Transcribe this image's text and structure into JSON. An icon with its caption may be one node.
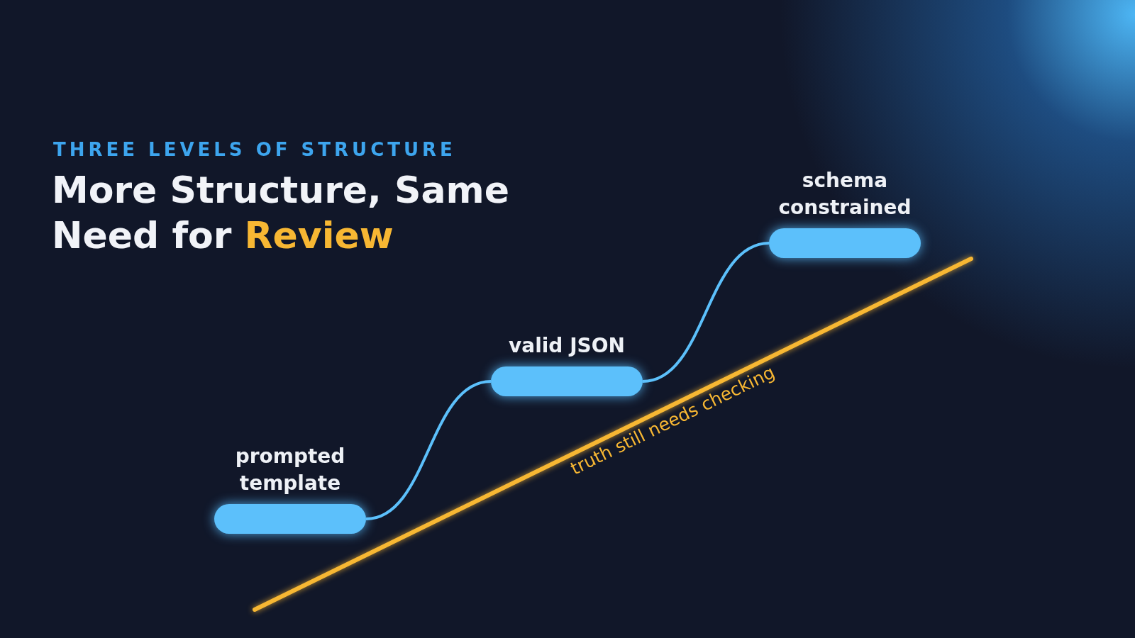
{
  "diagram": {
    "title": "More Structure, Same Need for **Review**",
    "nodes": [
      {
        "text": [
          "prompted template"
        ]
      },
      {
        "text": [
          "valid JSON"
        ]
      },
      {
        "text": [
          "schema constrained"
        ]
      }
    ],
    "edges": [
      {
        "from": 0,
        "to": 1,
        "arrow": "none"
      },
      {
        "from": 1,
        "to": 2,
        "arrow": "none"
      }
    ],
    "labels": [
      "THREE LEVELS OF STRUCTURE",
      "truth still needs checking"
    ]
  }
}
